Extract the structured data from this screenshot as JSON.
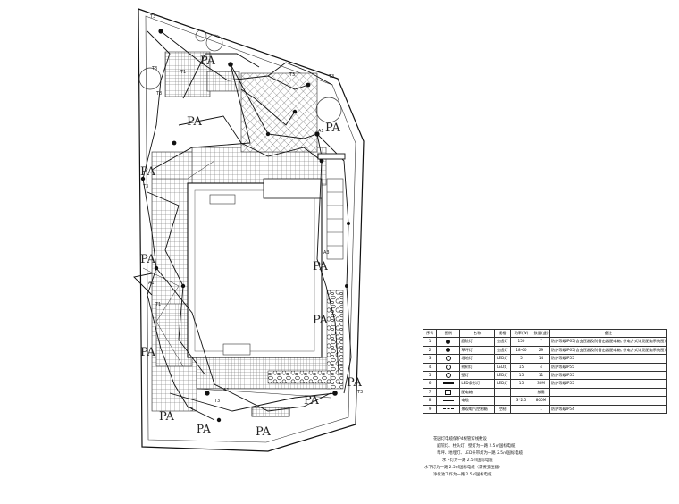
{
  "plan": {
    "labels_pa": [
      "PA",
      "PA",
      "PA",
      "PA",
      "PA",
      "PA",
      "PA",
      "PA",
      "PA",
      "PA",
      "PA",
      "PA"
    ],
    "labels_small": [
      "T3",
      "T3",
      "T3",
      "T1",
      "T3",
      "A1",
      "T3",
      "A1",
      "T3",
      "T1",
      "A3",
      "T3",
      "T3",
      "A1",
      "T3"
    ]
  },
  "legend": {
    "headers": [
      "序号",
      "图例",
      "名称",
      "规格",
      "功率(W)",
      "数量(盏)",
      "备注"
    ],
    "rows": [
      {
        "no": "1",
        "sym": "dot",
        "name": "庭院灯",
        "spec": "金卤灯",
        "power": "150",
        "qty": "7",
        "note": "防护等级IP65(含变压器及防雷击器配电箱, 供电方式详见配电系统图)"
      },
      {
        "no": "2",
        "sym": "dot",
        "name": "草坪灯",
        "spec": "金卤灯",
        "power": "18-60",
        "qty": "29",
        "note": "防护等级IP65(含变压器及防雷击器配电箱, 供电方式详见配电系统图)"
      },
      {
        "no": "3",
        "sym": "ring",
        "name": "埋地灯",
        "spec": "LED灯",
        "power": "5",
        "qty": "14",
        "note": "防护等级IP55"
      },
      {
        "no": "4",
        "sym": "ring",
        "name": "射树灯",
        "spec": "LED灯",
        "power": "15",
        "qty": "4",
        "note": "防护等级IP55"
      },
      {
        "no": "5",
        "sym": "ring",
        "name": "壁灯",
        "spec": "LED灯",
        "power": "15",
        "qty": "11",
        "note": "防护等级IP55"
      },
      {
        "no": "6",
        "sym": "bar",
        "name": "LED条形灯",
        "spec": "LED灯",
        "power": "15",
        "qty": "30M",
        "note": "防护等级IP55"
      },
      {
        "no": "7",
        "sym": "sq",
        "name": "配电箱",
        "spec": "",
        "power": "",
        "qty": "按需",
        "note": ""
      },
      {
        "no": "8",
        "sym": "line",
        "name": "电缆",
        "spec": "",
        "power": "3*2.5",
        "qty": "800M",
        "note": ""
      },
      {
        "no": "9",
        "sym": "dash",
        "name": "景观电气控制箱",
        "spec": "控制",
        "power": "",
        "qty": "1",
        "note": "防护等级IP54"
      }
    ]
  },
  "notes": [
    "花园灯电缆保护4根管穿线敷设",
    "庭院灯、柱头灯、壁灯为一路 2.5㎡国标电缆",
    "草坪、地埋灯、LED条带灯为一路 2.5㎡国标电缆",
    "水下灯为一路 2.5㎡国标电缆",
    "水下灯为一路 2.5㎡国标电缆（需要变压器）",
    "净化池工作为一路 2.5㎡国标电缆"
  ]
}
